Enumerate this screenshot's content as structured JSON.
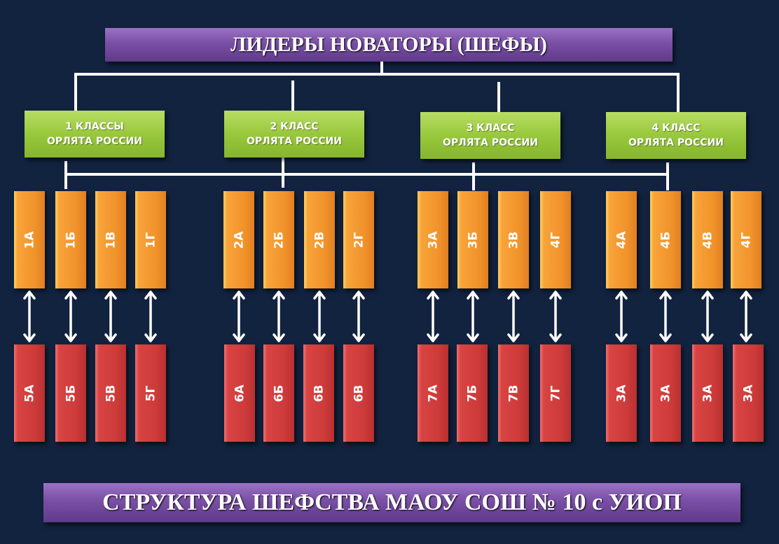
{
  "header": {
    "title": "ЛИДЕРЫ НОВАТОРЫ (ШЕФЫ)"
  },
  "footer": {
    "title": "СТРУКТУРА ШЕФСТВА  МАОУ СОШ № 10 с  УИОП"
  },
  "groups": [
    {
      "line1": "1 КЛАССЫ",
      "line2": "ОРЛЯТА РОССИИ",
      "leaders": [
        "1А",
        "1Б",
        "1В",
        "1Г"
      ],
      "wards": [
        "5А",
        "5Б",
        "5В",
        "5Г"
      ]
    },
    {
      "line1": "2 КЛАСС",
      "line2": "ОРЛЯТА РОССИИ",
      "leaders": [
        "2А",
        "2Б",
        "2В",
        "2Г"
      ],
      "wards": [
        "6А",
        "6Б",
        "6В",
        "6В"
      ]
    },
    {
      "line1": "3 КЛАСС",
      "line2": "ОРЛЯТА РОССИИ",
      "leaders": [
        "3А",
        "3Б",
        "3В",
        "4Г"
      ],
      "wards": [
        "7А",
        "7Б",
        "7В",
        "7Г"
      ]
    },
    {
      "line1": "4 КЛАСС",
      "line2": "ОРЛЯТА РОССИИ",
      "leaders": [
        "4А",
        "4Б",
        "4В",
        "4Г"
      ],
      "wards": [
        "3А",
        "3А",
        "3А",
        "3А"
      ]
    }
  ],
  "colors": {
    "background": "#12233f",
    "title": "#7a4fa6",
    "group": "#98c83c",
    "leader": "#f0922a",
    "ward": "#cc3a3a"
  }
}
